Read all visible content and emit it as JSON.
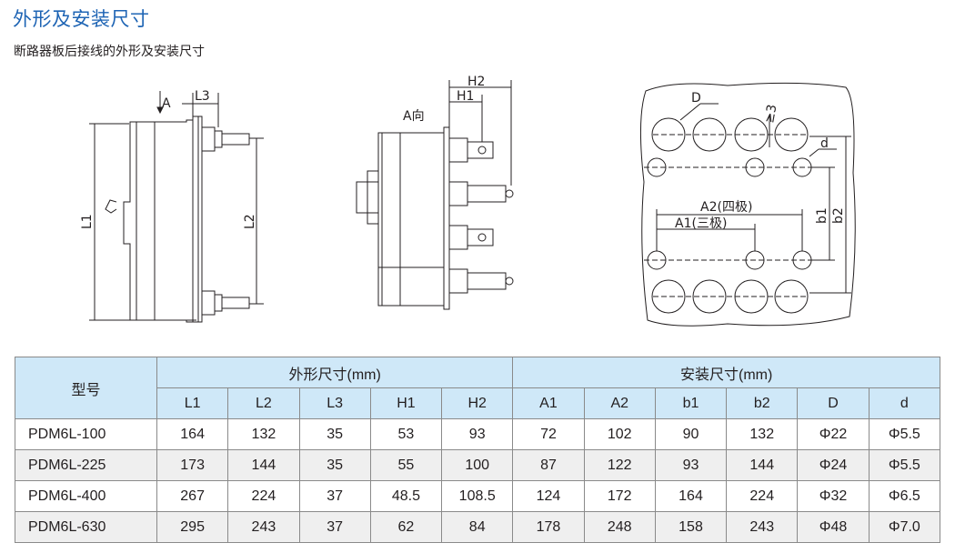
{
  "title": "外形及安装尺寸",
  "subtitle": "断路器板后接线的外形及安装尺寸",
  "drawing_labels": {
    "side_A": "A",
    "L3": "L3",
    "L1": "L1",
    "L2": "L2",
    "H2": "H2",
    "H1": "H1",
    "A_view": "A向",
    "D": "D",
    "ge3": "≥3",
    "d": "d",
    "A2": "A2(四极)",
    "A1": "A1(三极)",
    "b1": "b1",
    "b2": "b2"
  },
  "table": {
    "model_header": "型号",
    "group_outline": "外形尺寸(mm)",
    "group_mount": "安装尺寸(mm)",
    "columns": [
      "L1",
      "L2",
      "L3",
      "H1",
      "H2",
      "A1",
      "A2",
      "b1",
      "b2",
      "D",
      "d"
    ],
    "rows": [
      {
        "model": "PDM6L-100",
        "values": [
          "164",
          "132",
          "35",
          "53",
          "93",
          "72",
          "102",
          "90",
          "132",
          "Φ22",
          "Φ5.5"
        ]
      },
      {
        "model": "PDM6L-225",
        "values": [
          "173",
          "144",
          "35",
          "55",
          "100",
          "87",
          "122",
          "93",
          "144",
          "Φ24",
          "Φ5.5"
        ]
      },
      {
        "model": "PDM6L-400",
        "values": [
          "267",
          "224",
          "37",
          "48.5",
          "108.5",
          "124",
          "172",
          "164",
          "224",
          "Φ32",
          "Φ6.5"
        ]
      },
      {
        "model": "PDM6L-630",
        "values": [
          "295",
          "243",
          "37",
          "62",
          "84",
          "178",
          "248",
          "158",
          "243",
          "Φ48",
          "Φ7.0"
        ]
      }
    ]
  },
  "colors": {
    "title": "#1e64b4",
    "header_bg": "#cfe8f8",
    "alt_row": "#efefef",
    "border": "#8a8a8a"
  }
}
